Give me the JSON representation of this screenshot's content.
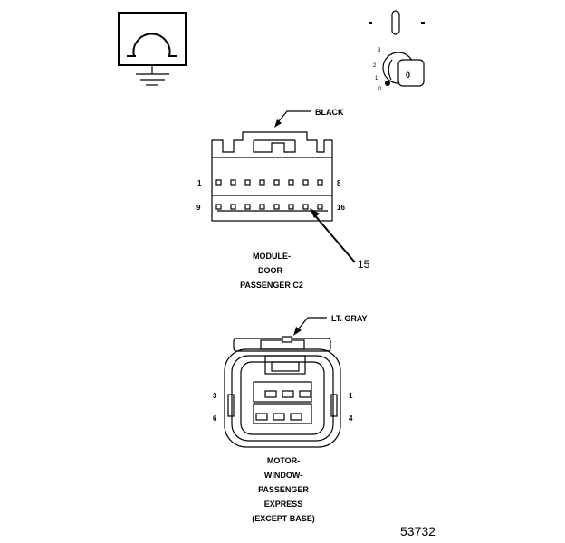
{
  "colors": {
    "line": "#000000",
    "background": "#ffffff"
  },
  "icons": {
    "ohmmeter": "ohm-symbol-with-ground",
    "ignition": "ignition-key-switch"
  },
  "ignition": {
    "positions": [
      "3",
      "2",
      "1",
      "0"
    ],
    "key_label": "0"
  },
  "connector_c2": {
    "color_label": "BLACK",
    "pin_top_left": "1",
    "pin_top_right": "8",
    "pin_bottom_left": "9",
    "pin_bottom_right": "16",
    "callout_pin": "15",
    "name_lines": [
      "MODULE-",
      "DOOR-",
      "PASSENGER C2"
    ]
  },
  "connector_motor": {
    "color_label": "LT. GRAY",
    "pin_top_left": "3",
    "pin_top_right": "1",
    "pin_bottom_left": "6",
    "pin_bottom_right": "4",
    "name_lines": [
      "MOTOR-",
      "WINDOW-",
      "PASSENGER",
      "EXPRESS",
      "(EXCEPT BASE)"
    ]
  },
  "figure_number": "53732"
}
